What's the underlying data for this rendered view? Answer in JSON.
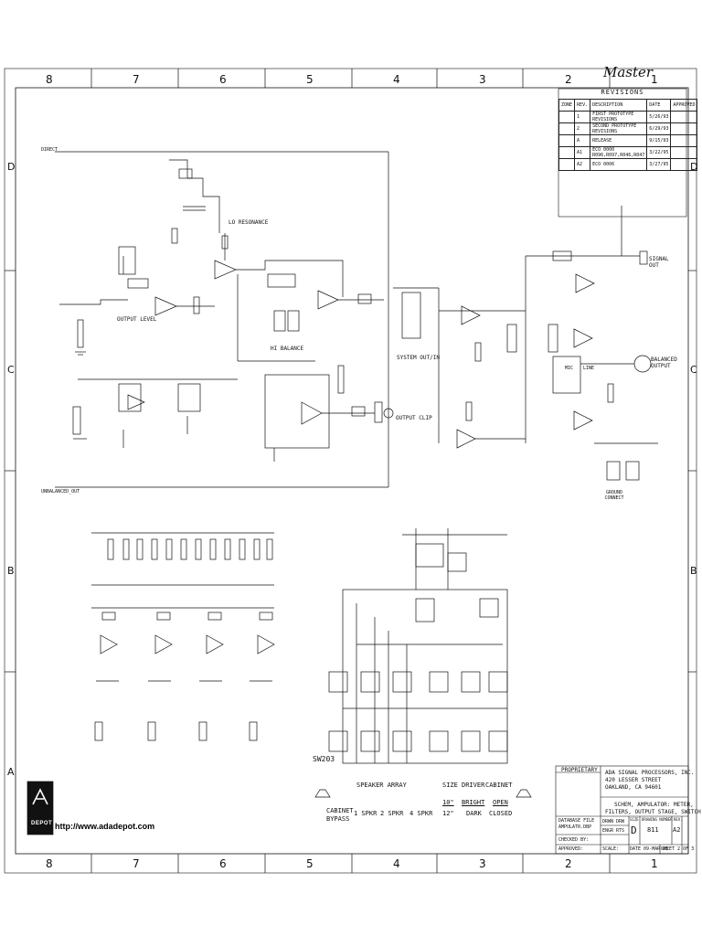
{
  "stamp": "Master",
  "border": {
    "columns_top": [
      "8",
      "7",
      "6",
      "5",
      "4",
      "3",
      "2",
      "1"
    ],
    "columns_bottom": [
      "8",
      "7",
      "6",
      "5",
      "4",
      "3",
      "2",
      "1"
    ],
    "rows": [
      "D",
      "C",
      "B",
      "A"
    ]
  },
  "revisions": {
    "title": "REVISIONS",
    "headers": [
      "ZONE",
      "REV.",
      "DESCRIPTION",
      "DATE",
      "APPROVED"
    ],
    "rows": [
      {
        "rev": "1",
        "desc": "FIRST PROTOTYPE REVISIONS",
        "date": "5/26/93"
      },
      {
        "rev": "2",
        "desc": "SECOND PROTOTYPE REVISIONS",
        "date": "6/29/93"
      },
      {
        "rev": "A",
        "desc": "RELEASE",
        "date": "9/15/93"
      },
      {
        "rev": "A1",
        "desc": "ECO 0000 R096,R097,R046,R047",
        "date": "3/22/95"
      },
      {
        "rev": "A2",
        "desc": "ECO 0006",
        "date": "3/27/95"
      }
    ]
  },
  "labels": {
    "direct": "DIRECT",
    "lo_resonance": "LO RESONANCE",
    "output_level": "OUTPUT LEVEL",
    "hi_balance": "HI BALANCE",
    "system_out_in": "SYSTEM OUT/IN",
    "output_clip": "OUTPUT CLIP",
    "signal_out": "SIGNAL OUT",
    "balanced_output": "BALANCED OUTPUT",
    "line": "LINE",
    "mic": "MIC",
    "ground_connect": "GROUND CONNECT",
    "unbalanced_out": "UNBALANCED_OUT",
    "sw203": "SW203"
  },
  "legend": {
    "speaker_array": "SPEAKER ARRAY",
    "cabinet_bypass_1": "CABINET",
    "cabinet_bypass_2": "BYPASS",
    "spkr1": "1 SPKR",
    "spkr2": "2 SPKR",
    "spkr4": "4 SPKR",
    "size": "SIZE",
    "driver": "DRIVER",
    "cabinet": "CABINET",
    "size_10": "10\"",
    "size_12": "12\"",
    "bright": "BRIGHT",
    "dark": "DARK",
    "open": "OPEN",
    "closed": "CLOSED"
  },
  "title_block": {
    "proprietary": "PROPRIETARY",
    "company": "ADA SIGNAL PROCESSORS, INC.",
    "street": "420 LESSER STREET",
    "city": "OAKLAND, CA 94601",
    "title_line1": "SCHEM, AMPULATOR: METER,",
    "title_line2": "FILTERS, OUTPUT STAGE, SWITCH",
    "database_file": "DATABASE FILE",
    "file_name": "AMPULATR.DBP",
    "checked_by": "CHECKED BY:",
    "approved": "APPROVED:",
    "drwn": "DRWN",
    "drwn_by": "DRW",
    "engr": "ENGR",
    "engr_by": "RTS",
    "size_label": "SIZE",
    "size_value": "D",
    "drawing_number_label": "DRAWING NUMBER",
    "drawing_number": "811",
    "rev_label": "REV.",
    "rev_value": "A2",
    "scale": "SCALE:",
    "date": "DATE 09-MAR-95",
    "sheet": "SHEET 2 OF 3"
  },
  "logo_text": "DEPOT",
  "url": "http://www.adadepot.com"
}
